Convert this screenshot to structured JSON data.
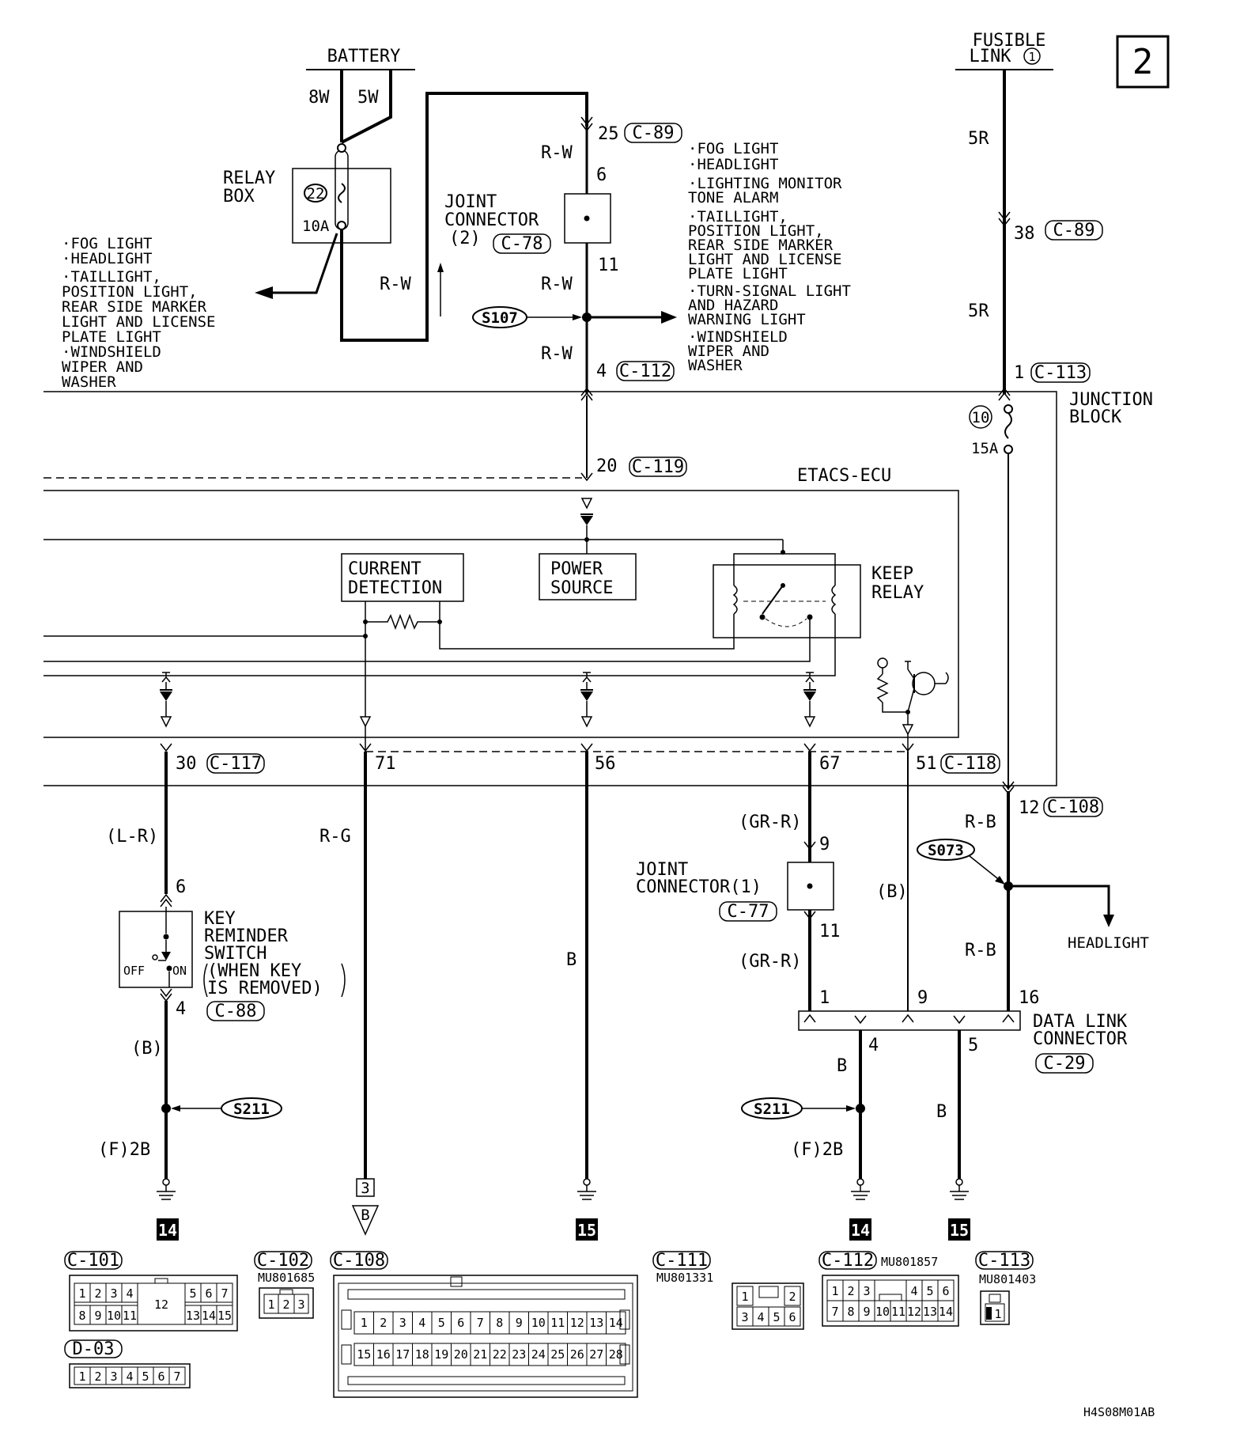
{
  "page_number": "2",
  "diagram_code": "H4S08M01AB",
  "top": {
    "battery": "BATTERY",
    "wire_8w": "8W",
    "wire_5w": "5W",
    "relay_box": [
      "RELAY",
      "BOX"
    ],
    "fuse_22": "22",
    "fuse_22_amp": "10A",
    "left_loads": [
      "·FOG LIGHT",
      "·HEADLIGHT",
      "·TAILLIGHT,",
      " POSITION LIGHT,",
      " REAR SIDE MARKER",
      " LIGHT AND LICENSE",
      " PLATE LIGHT",
      "·WINDSHIELD",
      " WIPER AND",
      " WASHER"
    ],
    "rw_left": "R-W",
    "pin_25": "25",
    "c89": "C-89",
    "rw_1": "R-W",
    "pin_6": "6",
    "jc2": [
      "JOINT",
      "CONNECTOR",
      "(2)"
    ],
    "c78": "C-78",
    "pin_11": "11",
    "rw_2": "R-W",
    "s107": "S107",
    "rw_3": "R-W",
    "pin_4": "4",
    "c112": "C-112",
    "right_loads": [
      "·FOG LIGHT",
      "·HEADLIGHT",
      "·LIGHTING MONITOR",
      " TONE ALARM",
      "·TAILLIGHT,",
      " POSITION LIGHT,",
      " REAR SIDE MARKER",
      " LIGHT AND LICENSE",
      " PLATE LIGHT",
      "·TURN-SIGNAL LIGHT",
      " AND HAZARD",
      " WARNING LIGHT",
      "·WINDSHIELD",
      " WIPER AND",
      " WASHER"
    ],
    "fusible_link": [
      "FUSIBLE",
      "LINK"
    ],
    "fusible_link_num": "1",
    "wire_5r_1": "5R",
    "pin_38": "38",
    "c89_b": "C-89",
    "wire_5r_2": "5R",
    "pin_1": "1",
    "c113": "C-113"
  },
  "junction": {
    "label": [
      "JUNCTION",
      "BLOCK"
    ],
    "fuse_10": "10",
    "fuse_10_amp": "15A",
    "pin_20": "20",
    "c119": "C-119"
  },
  "ecu": {
    "label": "ETACS-ECU",
    "current_detection": [
      "CURRENT",
      "DETECTION"
    ],
    "power_source": [
      "POWER",
      "SOURCE"
    ],
    "keep_relay": [
      "KEEP",
      "RELAY"
    ]
  },
  "pins": {
    "p30": "30",
    "c117": "C-117",
    "p71": "71",
    "p56": "56",
    "p67": "67",
    "p51": "51",
    "c118": "C-118",
    "p12": "12",
    "c108": "C-108"
  },
  "lower": {
    "lr": "(L-R)",
    "pin6": "6",
    "key_switch": [
      "KEY",
      "REMINDER",
      "SWITCH",
      "(WHEN KEY",
      " IS REMOVED)"
    ],
    "off": "OFF",
    "on": "ON",
    "pin4": "4",
    "c88": "C-88",
    "b_left": "(B)",
    "s211_left": "S211",
    "f2b_left": "(F)2B",
    "ground14_left": "14",
    "rg": "R-G",
    "conn3": "3",
    "tri_b": "B",
    "b_mid": "B",
    "ground15_mid": "15",
    "grr_1": "(GR-R)",
    "pin9": "9",
    "jc1": [
      "JOINT",
      "CONNECTOR(1)"
    ],
    "c77": "C-77",
    "pin11": "11",
    "grr_2": "(GR-R)",
    "b_paren": "(B)",
    "rb_1": "R-B",
    "s073": "S073",
    "headlight": "HEADLIGHT",
    "rb_2": "R-B",
    "dlc_pin1": "1",
    "dlc_pin9": "9",
    "dlc_pin16": "16",
    "dlc": [
      "DATA LINK",
      "CONNECTOR"
    ],
    "c29": "C-29",
    "dlc_pin4": "4",
    "dlc_pin5": "5",
    "b_dlc4": "B",
    "b_dlc5": "B",
    "s211_right": "S211",
    "f2b_right": "(F)2B",
    "ground14_right": "14",
    "ground15_right": "15"
  },
  "connectors": {
    "c101": "C-101",
    "c101_top_left": [
      "1",
      "2",
      "3",
      "4"
    ],
    "c101_top_mid": "12",
    "c101_top_right": [
      "5",
      "6",
      "7"
    ],
    "c101_bot_left": [
      "8",
      "9",
      "10",
      "11"
    ],
    "c101_bot_right": [
      "13",
      "14",
      "15"
    ],
    "c102": "C-102",
    "c102_part": "MU801685",
    "c102_pins": [
      "1",
      "2",
      "3"
    ],
    "d03": "D-03",
    "d03_pins": [
      "1",
      "2",
      "3",
      "4",
      "5",
      "6",
      "7"
    ],
    "c108": "C-108",
    "c108_row1": [
      "1",
      "2",
      "3",
      "4",
      "5",
      "6",
      "7",
      "8",
      "9",
      "10",
      "11",
      "12",
      "13",
      "14"
    ],
    "c108_row2": [
      "15",
      "16",
      "17",
      "18",
      "19",
      "20",
      "21",
      "22",
      "23",
      "24",
      "25",
      "26",
      "27",
      "28"
    ],
    "c111": "C-111",
    "c111_part": "MU801331",
    "c111_top": [
      "1",
      "2"
    ],
    "c111_bot": [
      "3",
      "4",
      "5",
      "6"
    ],
    "c112": "C-112",
    "c112_part": "MU801857",
    "c112_top_left": [
      "1",
      "2",
      "3"
    ],
    "c112_top_right": [
      "4",
      "5",
      "6"
    ],
    "c112_bot": [
      "7",
      "8",
      "9",
      "10",
      "11",
      "12",
      "13",
      "14"
    ],
    "c113": "C-113",
    "c113_part": "MU801403",
    "c113_pins": [
      "1"
    ]
  }
}
